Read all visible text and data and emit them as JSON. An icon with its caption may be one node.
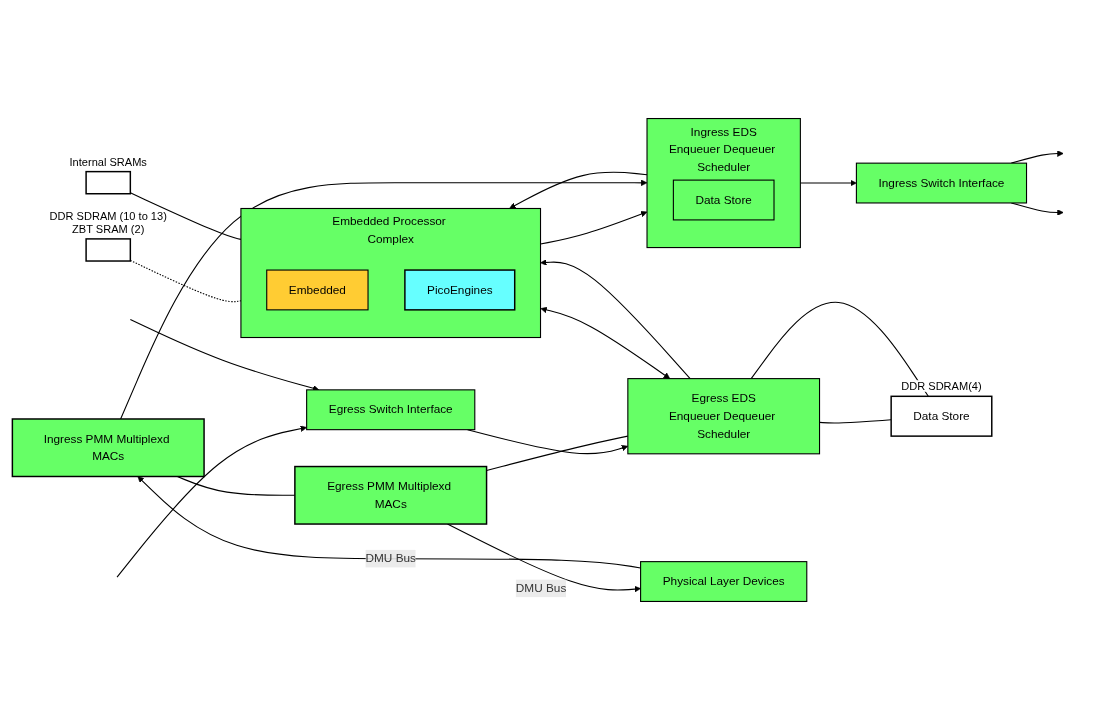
{
  "diagram": {
    "nodes": [
      {
        "text": [
          "Ingress EDS",
          "Enqueuer Dequeuer Scheduler"
        ]
      },
      {
        "text": [
          "Data Store"
        ],
        "in": 0
      },
      {
        "text": [
          "Ingress Switch Interface"
        ]
      },
      {
        "text": [
          "Egress Switch Interface"
        ]
      },
      {
        "text": [
          "Egress EDS",
          "Enqueuer Dequeuer Scheduler"
        ]
      },
      {
        "text": [
          "Embedded Processor Complex"
        ]
      },
      {
        "text": [
          "Embedded"
        ],
        "in": 5
      },
      {
        "text": [
          "PicoEngines"
        ],
        "in": 5
      },
      {
        "text": [],
        "shape": "box",
        "beside": [
          "DDR SDRAM (10 to 13)",
          "ZBT SRAM (2)"
        ]
      },
      {
        "text": [],
        "shape": "box",
        "beside": [
          "Internal SRAMs"
        ]
      },
      {
        "text": [
          "Ingress PMM Multiplexd MACs"
        ]
      },
      {
        "text": [
          "Egress PMM Multiplexd MACs"
        ]
      },
      {
        "text": [
          "Data Store"
        ],
        "beside": [
          "DDR SDRAM(4)"
        ]
      },
      {
        "text": [
          "Physical Layer Devices"
        ]
      }
    ],
    "edges": [
      {
        "from": 2,
        "to": null,
        "arrow": "to"
      },
      {
        "from": 2,
        "to": null,
        "arrow": "to"
      },
      {
        "from": null,
        "to": 3,
        "arrow": "to"
      },
      {
        "from": null,
        "to": 3,
        "arrow": "to"
      },
      {
        "from": 0,
        "to": 2,
        "arrow": "to"
      },
      {
        "from": 3,
        "to": 4,
        "arrow": "to"
      },
      {
        "from": 8,
        "to": 5,
        "arrow": "none",
        "style": "dashed"
      },
      {
        "from": 9,
        "to": 5,
        "arrow": "none"
      },
      {
        "from": 5,
        "to": 0,
        "arrow": "to"
      },
      {
        "from": 4,
        "to": 5,
        "arrow": "to"
      },
      {
        "from": 0,
        "to": 5,
        "arrow": "to"
      },
      {
        "from": 5,
        "to": 4,
        "arrow": "both"
      },
      {
        "from": 10,
        "to": 0,
        "arrow": "to"
      },
      {
        "from": 11,
        "to": 4,
        "arrow": "none"
      },
      {
        "from": 10,
        "to": 11,
        "arrow": "none"
      },
      {
        "from": 13,
        "to": 10,
        "label": "DMU Bus",
        "arrow": "to"
      },
      {
        "from": 11,
        "to": 13,
        "label": "DMU Bus",
        "arrow": "to"
      },
      {
        "from": 4,
        "to": 12,
        "arrow": "none"
      },
      {
        "from": 4,
        "to": 12,
        "arrow": "none"
      }
    ]
  }
}
